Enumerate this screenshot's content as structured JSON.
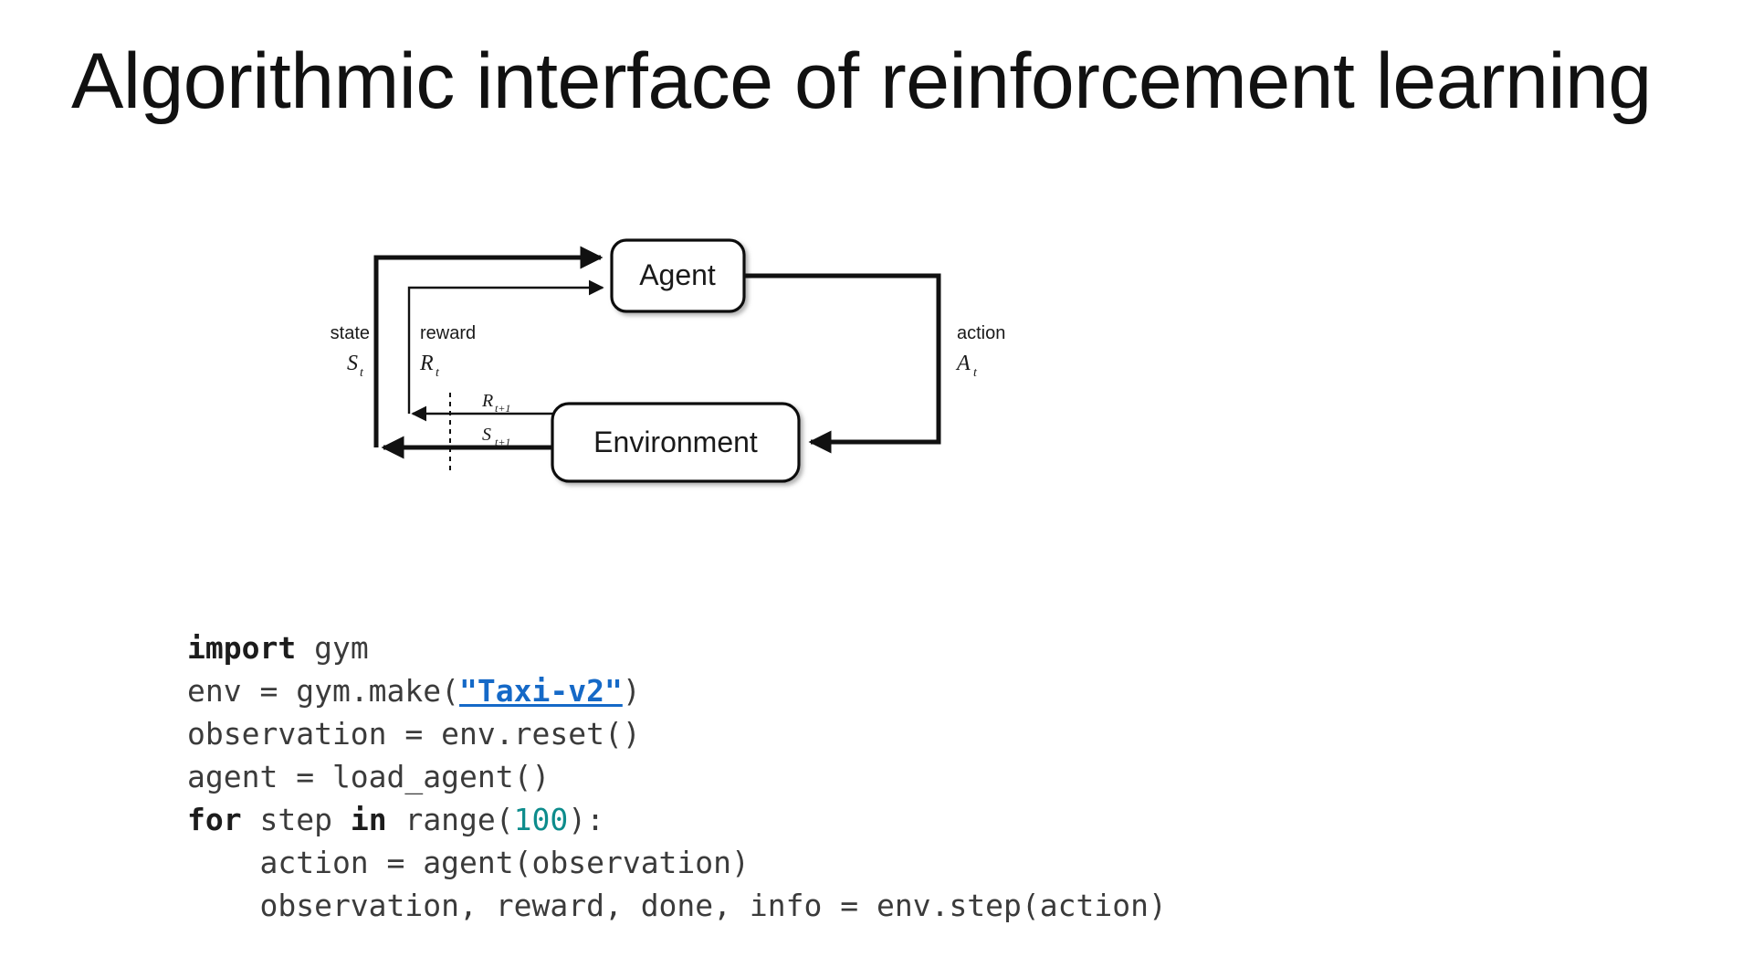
{
  "slide": {
    "title": "Algorithmic interface of reinforcement learning",
    "background": "#ffffff"
  },
  "diagram": {
    "name": "agent-environment-loop",
    "nodes": {
      "agent": "Agent",
      "environment": "Environment"
    },
    "edges": {
      "state_label": "state",
      "state_symbol": "S",
      "state_symbol_sub": "t",
      "reward_label": "reward",
      "reward_symbol": "R",
      "reward_symbol_sub": "t",
      "action_label": "action",
      "action_symbol": "A",
      "action_symbol_sub": "t",
      "next_reward_symbol": "R",
      "next_reward_sub": "t+1",
      "next_state_symbol": "S",
      "next_state_sub": "t+1"
    }
  },
  "code": {
    "language": "python",
    "link_color": "#1569C7",
    "number_color": "#0d8c8c",
    "lines": [
      {
        "id": "line-1",
        "tokens": [
          {
            "t": "import",
            "k": "kw"
          },
          {
            "t": " gym",
            "k": "plain"
          }
        ]
      },
      {
        "id": "line-2",
        "tokens": [
          {
            "t": "env = gym.make(",
            "k": "plain"
          },
          {
            "t": "\"Taxi-v2\"",
            "k": "link"
          },
          {
            "t": ")",
            "k": "plain"
          }
        ]
      },
      {
        "id": "line-3",
        "tokens": [
          {
            "t": "observation = env.reset()",
            "k": "plain"
          }
        ]
      },
      {
        "id": "line-4",
        "tokens": [
          {
            "t": "agent = load_agent()",
            "k": "plain"
          }
        ]
      },
      {
        "id": "line-5",
        "tokens": [
          {
            "t": "for",
            "k": "kw"
          },
          {
            "t": " step ",
            "k": "plain"
          },
          {
            "t": "in",
            "k": "kw"
          },
          {
            "t": " range(",
            "k": "plain"
          },
          {
            "t": "100",
            "k": "num"
          },
          {
            "t": "):",
            "k": "plain"
          }
        ]
      },
      {
        "id": "line-6",
        "tokens": [
          {
            "t": "    action = agent(observation)",
            "k": "plain"
          }
        ]
      },
      {
        "id": "line-7",
        "tokens": [
          {
            "t": "    observation, reward, done, info = env.step(action)",
            "k": "plain"
          }
        ]
      }
    ]
  }
}
